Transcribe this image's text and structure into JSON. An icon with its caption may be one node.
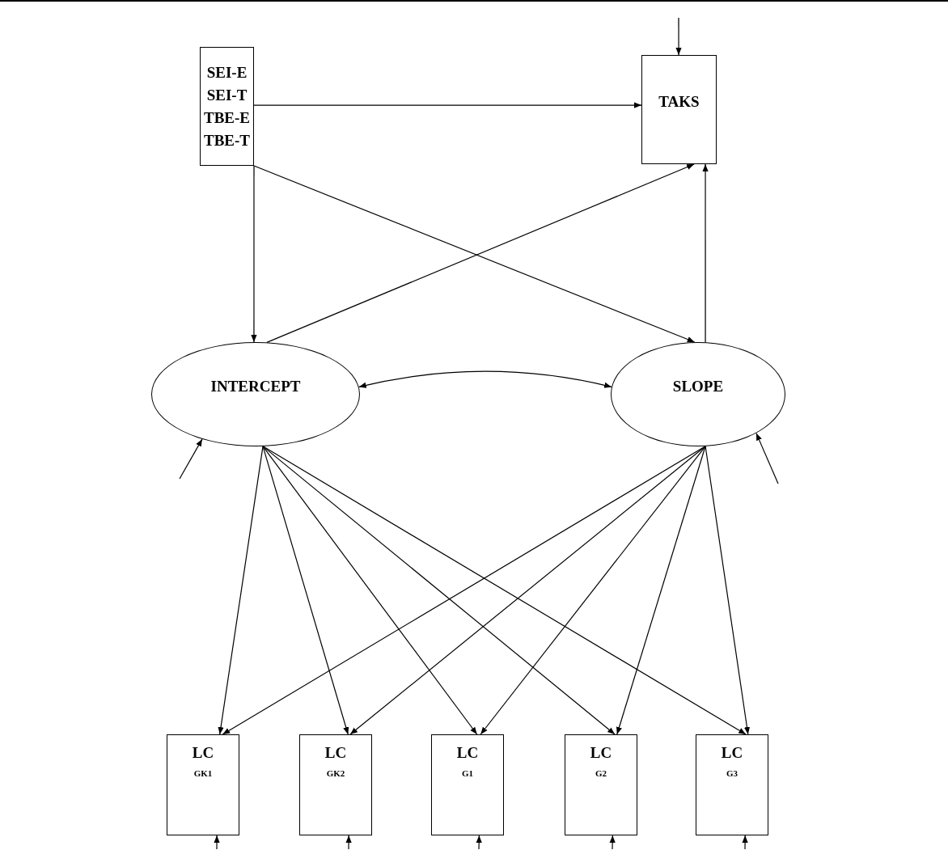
{
  "diagram": {
    "nodes": [
      {
        "text": [
          "SEI-E",
          "SEI-T",
          "TBE-E",
          "TBE-T"
        ]
      },
      {
        "text": [
          "TAKS"
        ]
      },
      {
        "text": [
          "INTERCEPT"
        ]
      },
      {
        "text": [
          "SLOPE"
        ]
      },
      {
        "text": [
          "LC",
          "GK1"
        ]
      },
      {
        "text": [
          "LC",
          "GK2"
        ]
      },
      {
        "text": [
          "LC",
          "G1"
        ]
      },
      {
        "text": [
          "LC",
          "G2"
        ]
      },
      {
        "text": [
          "LC",
          "G3"
        ]
      }
    ],
    "edges": [
      {
        "from": 0,
        "to": 1,
        "arrow": "to"
      },
      {
        "from": 0,
        "to": 2,
        "arrow": "to"
      },
      {
        "from": 0,
        "to": 3,
        "arrow": "to"
      },
      {
        "from": 2,
        "to": 1,
        "arrow": "to"
      },
      {
        "from": 3,
        "to": 1,
        "arrow": "to"
      },
      {
        "from": 2,
        "to": 3,
        "arrow": "both"
      },
      {
        "from": null,
        "to": 1,
        "arrow": "to"
      },
      {
        "from": null,
        "to": 2,
        "arrow": "to"
      },
      {
        "from": null,
        "to": 3,
        "arrow": "to"
      },
      {
        "from": 2,
        "to": 4,
        "arrow": "to"
      },
      {
        "from": 2,
        "to": 5,
        "arrow": "to"
      },
      {
        "from": 2,
        "to": 6,
        "arrow": "to"
      },
      {
        "from": 2,
        "to": 7,
        "arrow": "to"
      },
      {
        "from": 2,
        "to": 8,
        "arrow": "to"
      },
      {
        "from": 3,
        "to": 4,
        "arrow": "to"
      },
      {
        "from": 3,
        "to": 5,
        "arrow": "to"
      },
      {
        "from": 3,
        "to": 6,
        "arrow": "to"
      },
      {
        "from": 3,
        "to": 7,
        "arrow": "to"
      },
      {
        "from": 3,
        "to": 8,
        "arrow": "to"
      },
      {
        "from": null,
        "to": 4,
        "arrow": "to"
      },
      {
        "from": null,
        "to": 5,
        "arrow": "to"
      },
      {
        "from": null,
        "to": 6,
        "arrow": "to"
      },
      {
        "from": null,
        "to": 7,
        "arrow": "to"
      },
      {
        "from": null,
        "to": 8,
        "arrow": "to"
      }
    ]
  }
}
